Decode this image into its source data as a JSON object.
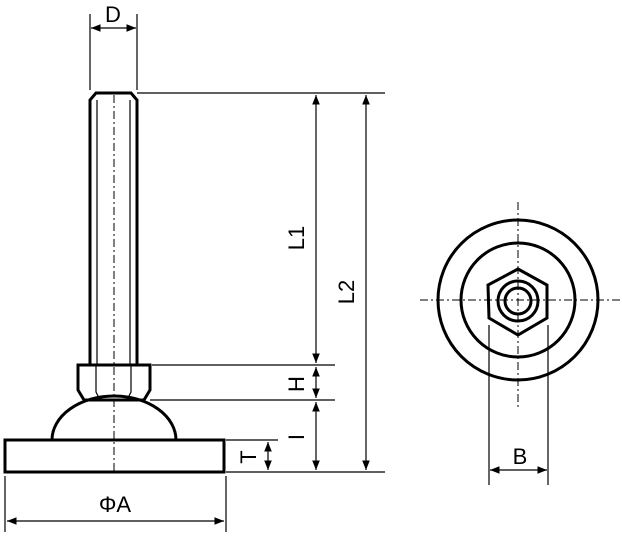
{
  "labels": {
    "D": "D",
    "L1": "L1",
    "L2": "L2",
    "H": "H",
    "I": "I",
    "T": "T",
    "A": "ΦA",
    "B": "B"
  }
}
